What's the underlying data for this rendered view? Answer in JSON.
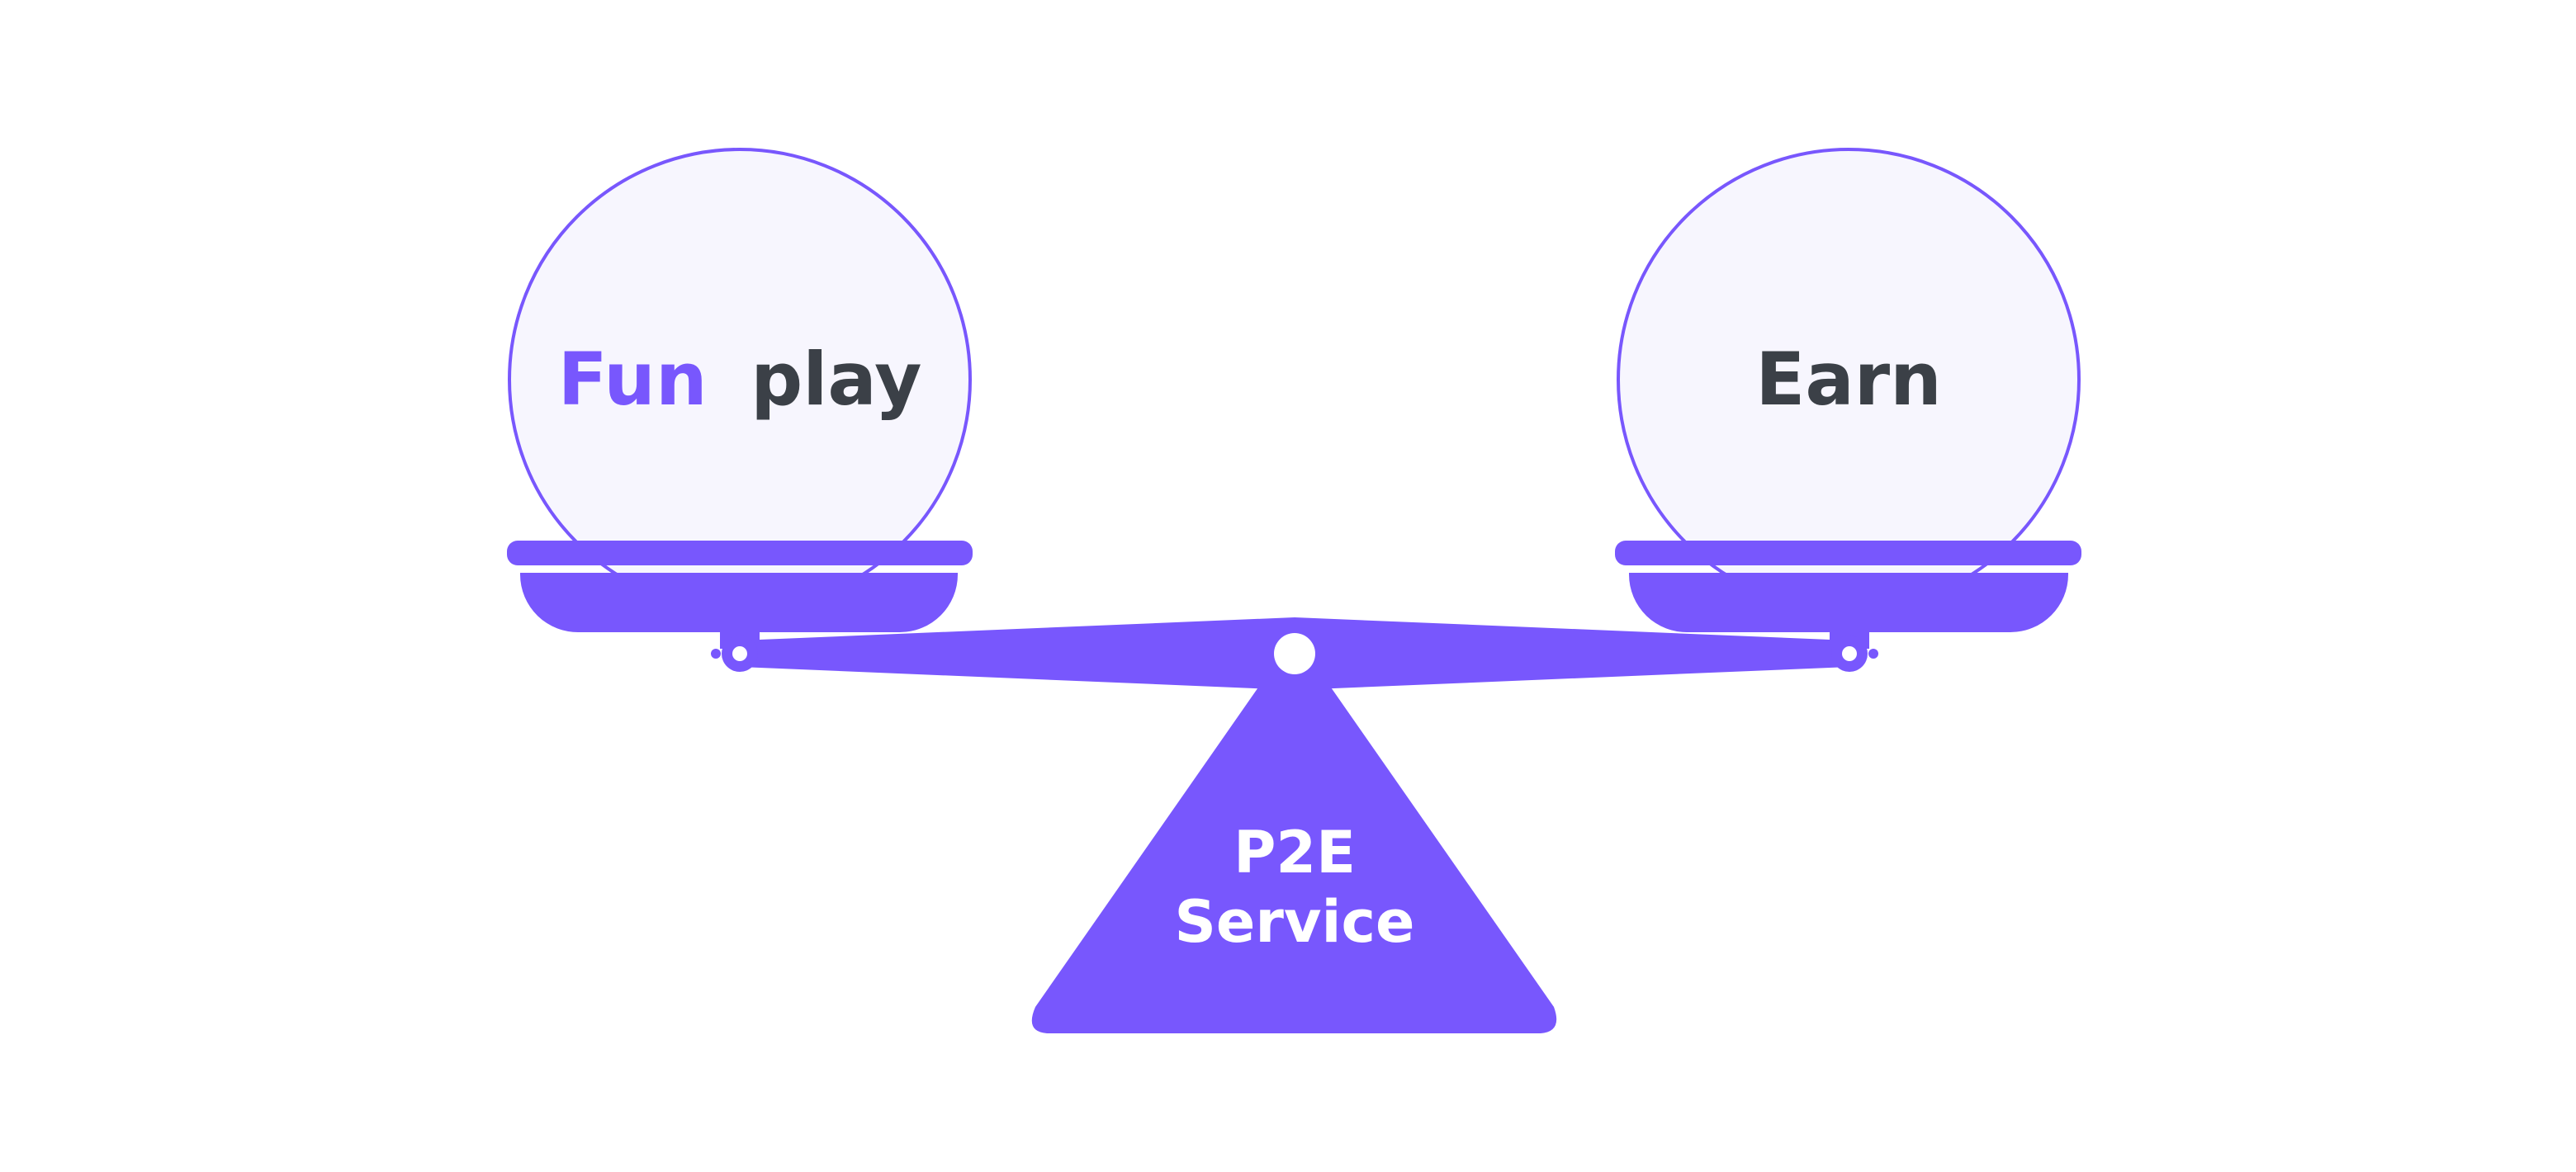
{
  "colors": {
    "primary": "#7857fd",
    "dark_text": "#3b4047",
    "bubble_fill": "#f7f6fe",
    "background": "#ffffff",
    "white": "#ffffff"
  },
  "left_pan": {
    "label_accent": "Fun",
    "label_rest": "play"
  },
  "right_pan": {
    "label": "Earn"
  },
  "base": {
    "line1": "P2E",
    "line2": "Service"
  }
}
